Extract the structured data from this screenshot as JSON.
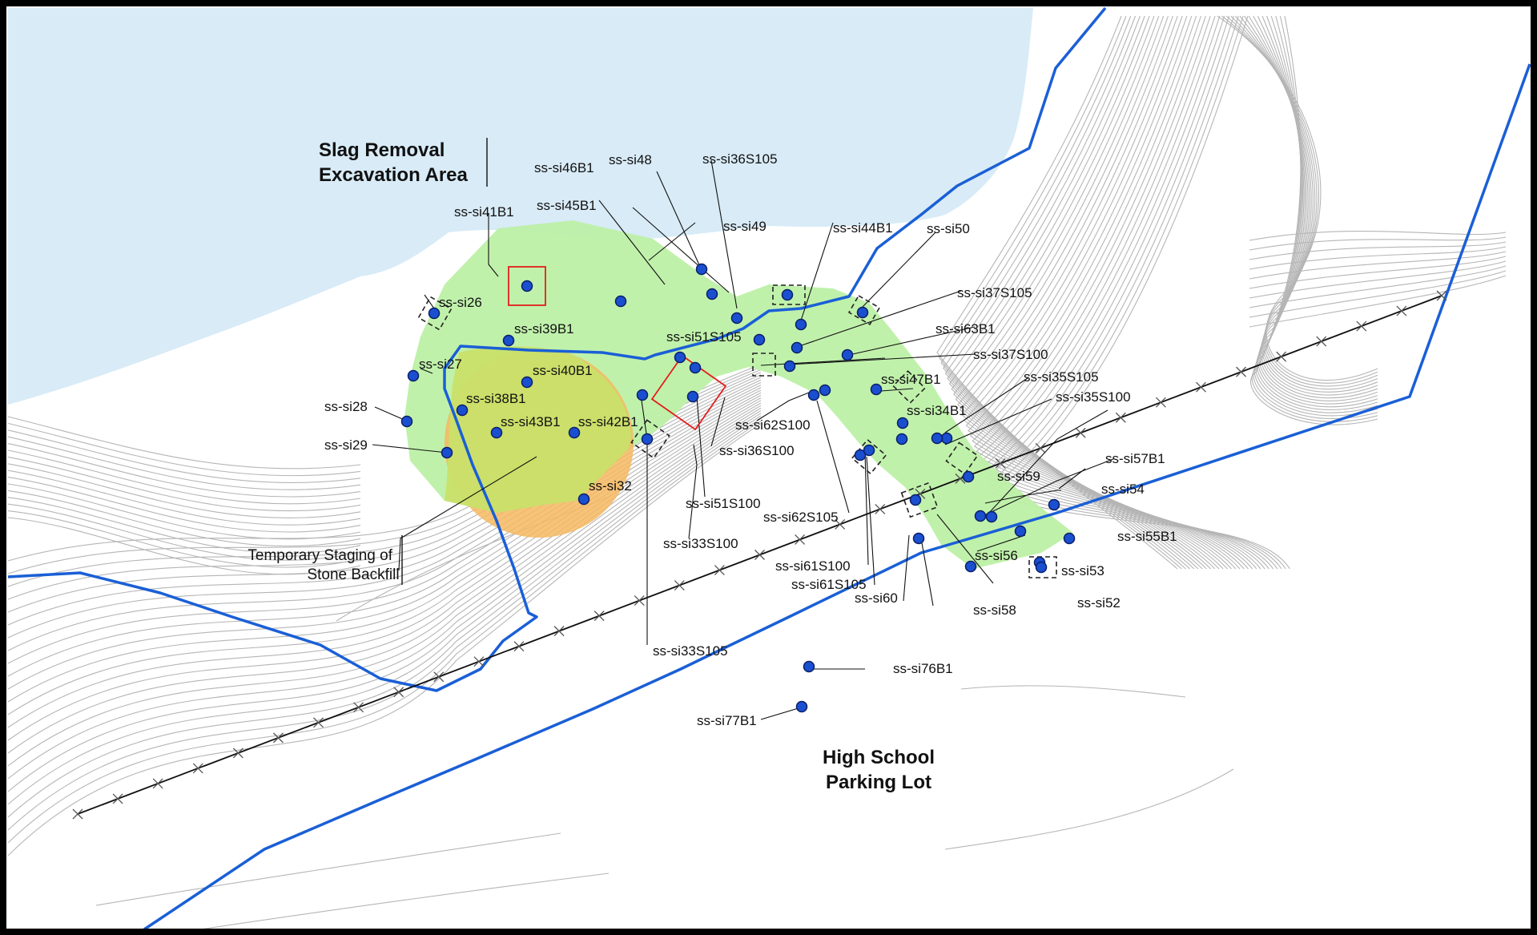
{
  "colors": {
    "water": "#d8ebf7",
    "excavation_area": "#bdf0a6",
    "staging_area": "#f5b860",
    "staging_overlap": "#c9e06a",
    "boundary_line": "#1a5fd6",
    "sample_point": "#1a4fd0",
    "highlight_box": "#e41d1d",
    "contour": "#b5b5b5"
  },
  "areas": {
    "slag_removal": [
      "Slag Removal",
      "Excavation Area"
    ],
    "staging": [
      "Temporary Staging of",
      "Stone Backfill"
    ],
    "parking": [
      "High School",
      "Parking Lot"
    ]
  },
  "samples": [
    "ss-si26",
    "ss-si27",
    "ss-si28",
    "ss-si29",
    "ss-si32",
    "ss-si33S100",
    "ss-si33S105",
    "ss-si34B1",
    "ss-si35S100",
    "ss-si35S105",
    "ss-si36S100",
    "ss-si36S105",
    "ss-si37S100",
    "ss-si37S105",
    "ss-si38B1",
    "ss-si39B1",
    "ss-si40B1",
    "ss-si41B1",
    "ss-si42B1",
    "ss-si43B1",
    "ss-si44B1",
    "ss-si45B1",
    "ss-si46B1",
    "ss-si47B1",
    "ss-si48",
    "ss-si49",
    "ss-si50",
    "ss-si51S100",
    "ss-si51S105",
    "ss-si52",
    "ss-si53",
    "ss-si54",
    "ss-si55B1",
    "ss-si56",
    "ss-si57B1",
    "ss-si58",
    "ss-si59",
    "ss-si60",
    "ss-si61S100",
    "ss-si61S105",
    "ss-si62S100",
    "ss-si62S105",
    "ss-si63B1",
    "ss-si76B1",
    "ss-si77B1"
  ]
}
